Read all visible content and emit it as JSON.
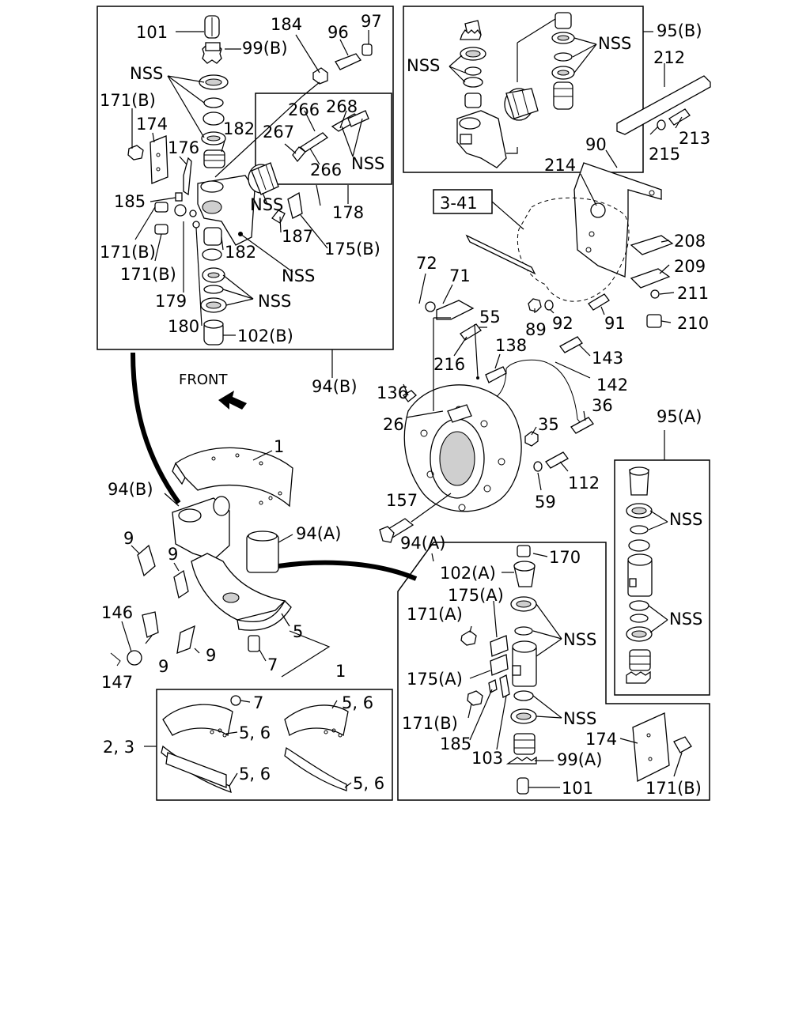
{
  "labels": {
    "b101": "101",
    "b184": "184",
    "b96": "96",
    "b97": "97",
    "b99b": "99(B)",
    "bnss1": "NSS",
    "b171b1": "171(B)",
    "b174": "174",
    "b182a": "182",
    "b176": "176",
    "b266a": "266",
    "b268": "268",
    "b267": "267",
    "b266b": "266",
    "bnss2": "NSS",
    "b185": "185",
    "bnss3": "NSS",
    "b178": "178",
    "b187": "187",
    "b171b2": "171(B)",
    "b182b": "182",
    "b175b": "175(B)",
    "b171b3": "171(B)",
    "bnss4": "NSS",
    "b179": "179",
    "bnss5": "NSS",
    "b180": "180",
    "b102b": "102(B)",
    "b94b": "94(B)",
    "front": "FRONT",
    "c95b": "95(B)",
    "cnss1": "NSS",
    "cnss2": "NSS",
    "r212": "212",
    "r213": "213",
    "r215": "215",
    "r90": "90",
    "r214": "214",
    "r341": "3-41",
    "r208": "208",
    "r209": "209",
    "r211": "211",
    "r210": "210",
    "r72": "72",
    "r71": "71",
    "r55": "55",
    "r89": "89",
    "r92": "92",
    "r91": "91",
    "r138": "138",
    "r143": "143",
    "r216": "216",
    "r142": "142",
    "r136": "136",
    "r36": "36",
    "r26": "26",
    "r35": "35",
    "r112": "112",
    "r59": "59",
    "r157": "157",
    "l1a": "1",
    "l94b": "94(B)",
    "l94a": "94(A)",
    "l9a": "9",
    "l9b": "9",
    "l146": "146",
    "l9c": "9",
    "l9d": "9",
    "l5": "5",
    "l147": "147",
    "l7": "7",
    "l1b": "1",
    "s7": "7",
    "s56a": "5, 6",
    "s56b": "5, 6",
    "s23": "2, 3",
    "s56c": "5, 6",
    "s56d": "5, 6",
    "a94a": "94(A)",
    "a170": "170",
    "a102a": "102(A)",
    "a175a1": "175(A)",
    "a171a": "171(A)",
    "anss1": "NSS",
    "a175a2": "175(A)",
    "a171b": "171(B)",
    "anss2": "NSS",
    "a185": "185",
    "a103": "103",
    "a99a": "99(A)",
    "a101": "101",
    "a174": "174",
    "a171b2": "171(B)",
    "k95a": "95(A)",
    "knss1": "NSS",
    "knss2": "NSS"
  }
}
